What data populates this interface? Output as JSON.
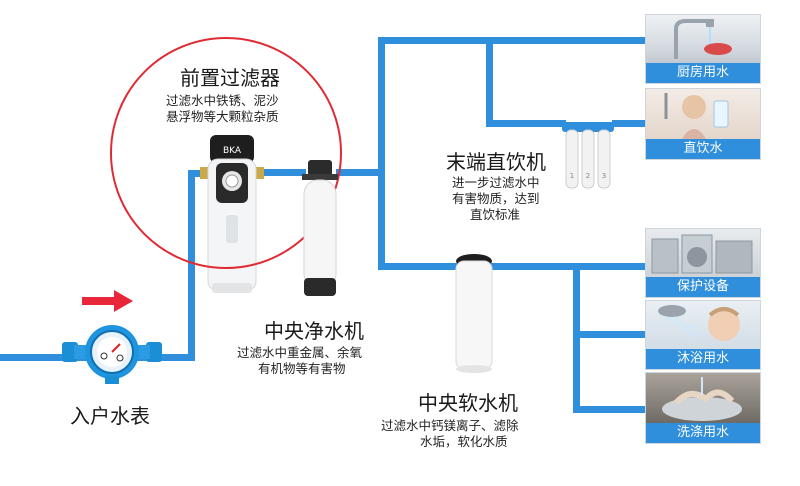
{
  "colors": {
    "pipe": "#2f8fdc",
    "arrow": "#e8283a",
    "highlight_ring": "#e02b35"
  },
  "meter": {
    "label": "入户水表"
  },
  "pre_filter": {
    "title": "前置过滤器",
    "desc_line1": "过滤水中铁锈、泥沙",
    "desc_line2": "悬浮物等大颗粒杂质",
    "brand": "BKA"
  },
  "central_purifier": {
    "title": "中央净水机",
    "desc_line1": "过滤水中重金属、余氧",
    "desc_line2": "有机物等有害物"
  },
  "terminal": {
    "title": "末端直饮机",
    "desc_line1": "进一步过滤水中",
    "desc_line2": "有害物质，达到",
    "desc_line3": "直饮标准",
    "stage_numbers": [
      "1",
      "2",
      "3"
    ]
  },
  "softener": {
    "title": "中央软水机",
    "desc_line1": "过滤水中钙镁离子、滤除",
    "desc_line2": "水垢，软化水质"
  },
  "outputs": [
    {
      "label": "厨房用水",
      "icon": "kitchen-faucet"
    },
    {
      "label": "直饮水",
      "icon": "drinking-glass"
    },
    {
      "label": "保护设备",
      "icon": "appliances"
    },
    {
      "label": "沐浴用水",
      "icon": "shower"
    },
    {
      "label": "洗涤用水",
      "icon": "laundry"
    }
  ]
}
